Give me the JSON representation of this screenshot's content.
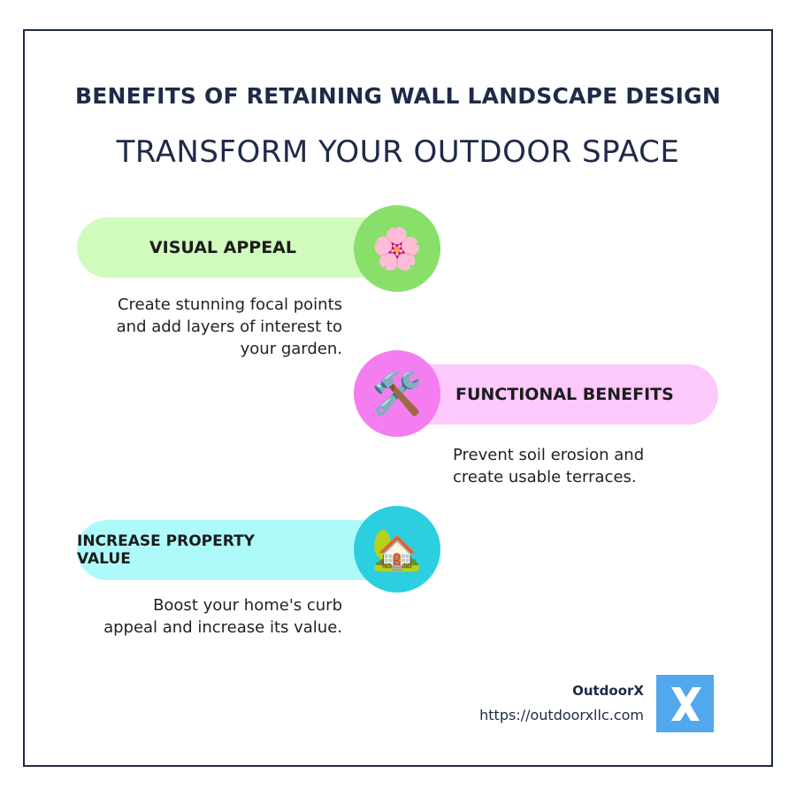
{
  "header": {
    "title": "BENEFITS OF RETAINING WALL LANDSCAPE DESIGN",
    "subtitle": "TRANSFORM YOUR OUTDOOR SPACE"
  },
  "benefits": [
    {
      "label": "VISUAL APPEAL",
      "icon": "cherry-blossom-icon",
      "glyph": "🌸",
      "description_lines": [
        "Create stunning focal points",
        "and add layers of interest to",
        "your garden."
      ],
      "pill_color": "#d1fbbd",
      "circle_color": "#88e06a"
    },
    {
      "label": "FUNCTIONAL BENEFITS",
      "icon": "hammer-and-wrench-icon",
      "glyph": "🛠️",
      "description_lines": [
        "Prevent soil erosion and",
        "create usable terraces."
      ],
      "pill_color": "#fdc8fb",
      "circle_color": "#f47ef0"
    },
    {
      "label": "INCREASE PROPERTY VALUE",
      "icon": "house-with-garden-icon",
      "glyph": "🏡",
      "description_lines": [
        "Boost your home's curb",
        "appeal and increase its value."
      ],
      "pill_color": "#aefafb",
      "circle_color": "#2bcfe0"
    }
  ],
  "footer": {
    "brand_name": "OutdoorX",
    "url": "https://outdoorxllc.com",
    "logo_letter": "X",
    "logo_color": "#52a8ee"
  },
  "colors": {
    "frame": "#1f2a48",
    "title": "#1f2a48"
  }
}
